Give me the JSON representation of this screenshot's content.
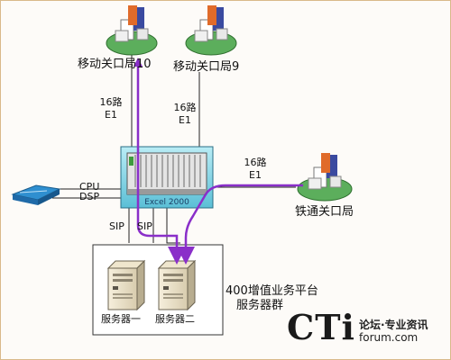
{
  "nodes": {
    "gateway1": {
      "label": "移动关口局10"
    },
    "gateway2": {
      "label": "移动关口局9"
    },
    "gateway3": {
      "label": "铁通关口局"
    },
    "switch": {
      "label": "Excel 2000"
    },
    "platform": {
      "label_line1": "400增值业务平台",
      "label_line2": "服务器群"
    },
    "server1": {
      "label": "服务器一"
    },
    "server2": {
      "label": "服务器二"
    }
  },
  "links": {
    "g1": {
      "line1": "16路",
      "line2": "E1"
    },
    "g2": {
      "line1": "16路",
      "line2": "E1"
    },
    "g3": {
      "line1": "16路",
      "line2": "E1"
    },
    "cpu": "CPU",
    "dsp": "DSP",
    "sip1": "SIP",
    "sip2": "SIP"
  },
  "logo": {
    "brand": "CTi",
    "tagline": "论坛·专业资讯",
    "domain": "forum.com"
  },
  "colors": {
    "path": "#8a2fc9",
    "switch_body": "#7fd3e6",
    "building_base": "#5cae5c"
  }
}
